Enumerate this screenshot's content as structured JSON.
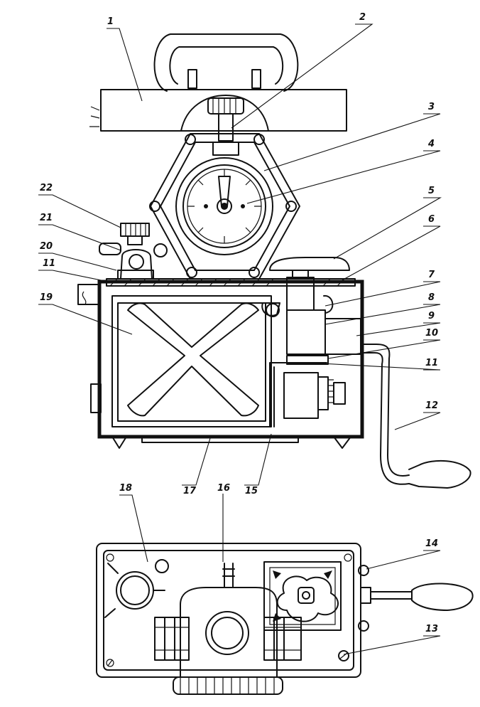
{
  "callouts": {
    "c1": "1",
    "c2": "2",
    "c3": "3",
    "c4": "4",
    "c5": "5",
    "c6": "6",
    "c7": "7",
    "c8": "8",
    "c9": "9",
    "c10": "10",
    "c11a": "11",
    "c11b": "11",
    "c12": "12",
    "c13": "13",
    "c14": "14",
    "c15": "15",
    "c16": "16",
    "c17": "17",
    "c18": "18",
    "c19": "19",
    "c20": "20",
    "c21": "21",
    "c22": "22"
  }
}
